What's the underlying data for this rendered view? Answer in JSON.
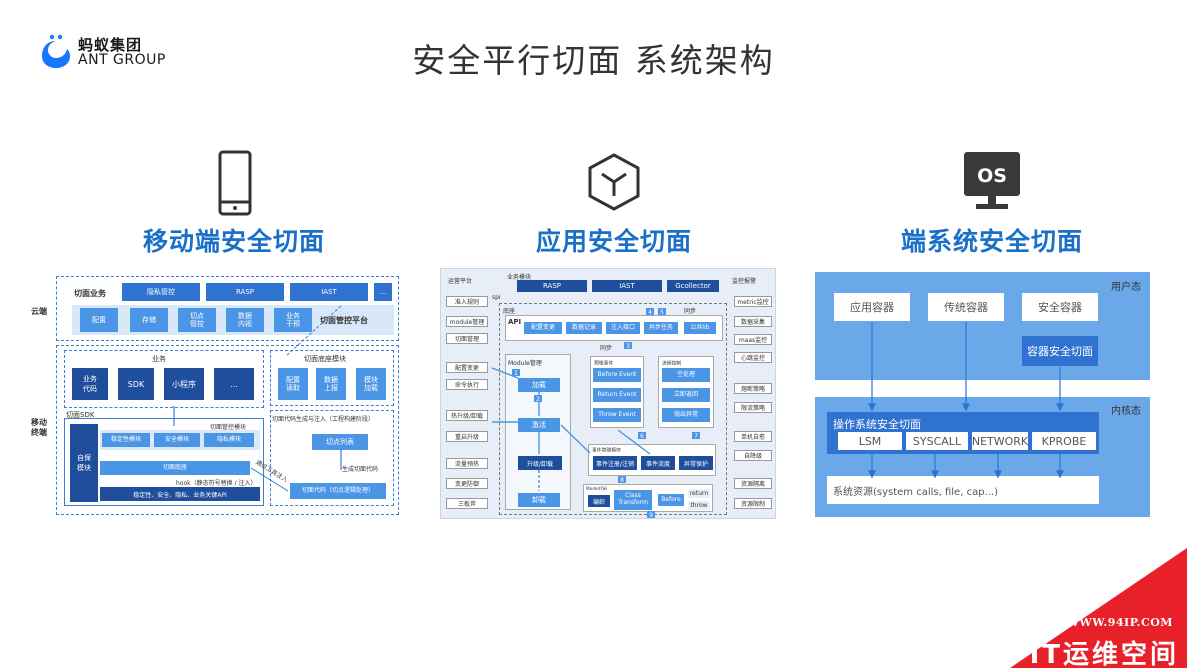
{
  "header": {
    "logo_cn": "蚂蚁集团",
    "logo_en": "ANT GROUP",
    "title": "安全平行切面 系统架构"
  },
  "columns": {
    "mobile": {
      "title": "移动端安全切面",
      "icon": "mobile-phone-icon"
    },
    "app": {
      "title": "应用安全切面",
      "icon": "cube-icon"
    },
    "os": {
      "title": "端系统安全切面",
      "icon": "os-monitor-icon",
      "icon_text": "OS"
    }
  },
  "mobile_diagram": {
    "cloud_label": "云端",
    "terminal_label": "移动\n终端",
    "biz_label": "切面业务",
    "biz_items": [
      "隐私管控",
      "RASP",
      "IAST",
      "..."
    ],
    "platform_items": [
      "配置",
      "存储",
      "切点\n管控",
      "数据\n内视",
      "业务\n干预"
    ],
    "platform_label": "切面管控平台",
    "business_label": "业务",
    "business_items": [
      "业务\n代码",
      "SDK",
      "小程序",
      "..."
    ],
    "sdk_label": "切面SDK",
    "self_protect": "自保\n模块",
    "mgmt_label": "切面管控模块",
    "mgmt_items": [
      "稳定性模块",
      "安全模块",
      "隐私模块"
    ],
    "base_label": "切面底座",
    "hook_label": "hook（静态符号替换 / 注入）",
    "api_label": "稳定性、安全、隐私、业务关键API",
    "base_module_label": "切面底座模块",
    "base_module_items": [
      "配置\n读取",
      "数据\n上报",
      "模块\n加载"
    ],
    "codegen_label": "切面代码生成与注入（工程构建阶段）",
    "point_list": "切点列表",
    "gen_code": "生成切面代码",
    "inject_label": "通过工具注入",
    "point_code": "切面代码（切点逻辑处理）"
  },
  "app_diagram": {
    "ops_label": "运营平台",
    "ops_items": [
      "准入规则",
      "module管理",
      "切面管理",
      "配置变更",
      "命令执行",
      "热升级/卸载",
      "重启升级",
      "流量预热",
      "变更防御",
      "三板斧"
    ],
    "biz_label": "业务模块",
    "biz_items": [
      "RASP",
      "IAST",
      "Gcollector"
    ],
    "monitor_label": "监控报警",
    "monitor_items": [
      "metric监控",
      "数据采集",
      "maas监控",
      "心跳监控",
      "熔断策略",
      "限流策略",
      "单机自愈",
      "自降级",
      "资源隔离",
      "资源限制"
    ],
    "spi": "spi",
    "base_label": "底座",
    "api_label": "API",
    "sync_label": "同步",
    "api_items": [
      "配置变更",
      "数据记录",
      "注入接口",
      "异步任务",
      "公共lib"
    ],
    "module_mgmt": "Module管理",
    "module_steps": [
      "加载",
      "激活",
      "升级/卸载",
      "卸载"
    ],
    "event_label": "预埋事件",
    "events": [
      "Before Event",
      "Return Event",
      "Throw Event"
    ],
    "flow_label": "流程控制",
    "flow_items": [
      "空处理",
      "立即返回",
      "抛出异常"
    ],
    "event_mgmt": "事件管理模块",
    "event_mgmt_items": [
      "事件注册/注销",
      "事件流度",
      "异常保护"
    ],
    "model_label": "Model代码",
    "model_items": [
      "编织",
      "Class\nTransform",
      "Before",
      "return",
      "throw"
    ],
    "step_numbers": [
      "1",
      "2",
      "3",
      "4",
      "5",
      "6",
      "7",
      "8",
      "9"
    ]
  },
  "os_diagram": {
    "user_label": "用户态",
    "kernel_label": "内核态",
    "containers": [
      "应用容器",
      "传统容器",
      "安全容器"
    ],
    "container_aspect": "容器安全切面",
    "os_aspect": "操作系统安全切面",
    "hooks": [
      "LSM",
      "SYSCALL",
      "NETWORK",
      "KPROBE"
    ],
    "resources": "系统资源(system calls, file, cap...)"
  },
  "watermark": {
    "url": "WWW.94IP.COM",
    "name": "IT运维空间"
  },
  "colors": {
    "accent": "#1a6fc9",
    "dark_blue": "#2f72d0",
    "light_panel": "#6aa8ea",
    "watermark_red": "#e8202a"
  }
}
